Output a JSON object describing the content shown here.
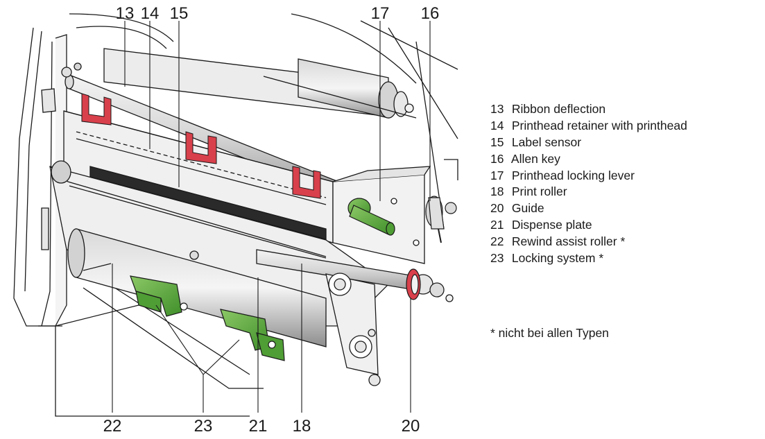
{
  "top_callouts": [
    "13",
    "14",
    "15",
    "17",
    "16"
  ],
  "bottom_callouts": [
    "22",
    "23",
    "21",
    "18",
    "20"
  ],
  "legend": [
    {
      "number": "13",
      "label": "Ribbon deflection"
    },
    {
      "number": "14",
      "label": "Printhead retainer with printhead"
    },
    {
      "number": "15",
      "label": "Label sensor"
    },
    {
      "number": "16",
      "label": "Allen key"
    },
    {
      "number": "17",
      "label": "Printhead locking lever"
    },
    {
      "number": "18",
      "label": "Print roller"
    },
    {
      "number": "20",
      "label": "Guide"
    },
    {
      "number": "21",
      "label": "Dispense plate"
    },
    {
      "number": "22",
      "label": "Rewind assist roller *"
    },
    {
      "number": "23",
      "label": "Locking system *"
    }
  ],
  "footnote": "* nicht bei allen Typen",
  "colors": {
    "lever_green": "#5aa83c",
    "retainer_red": "#d8404b",
    "line": "#1a1a1a",
    "metal_light": "#e8e8e8",
    "metal_mid": "#bdbdbd"
  }
}
